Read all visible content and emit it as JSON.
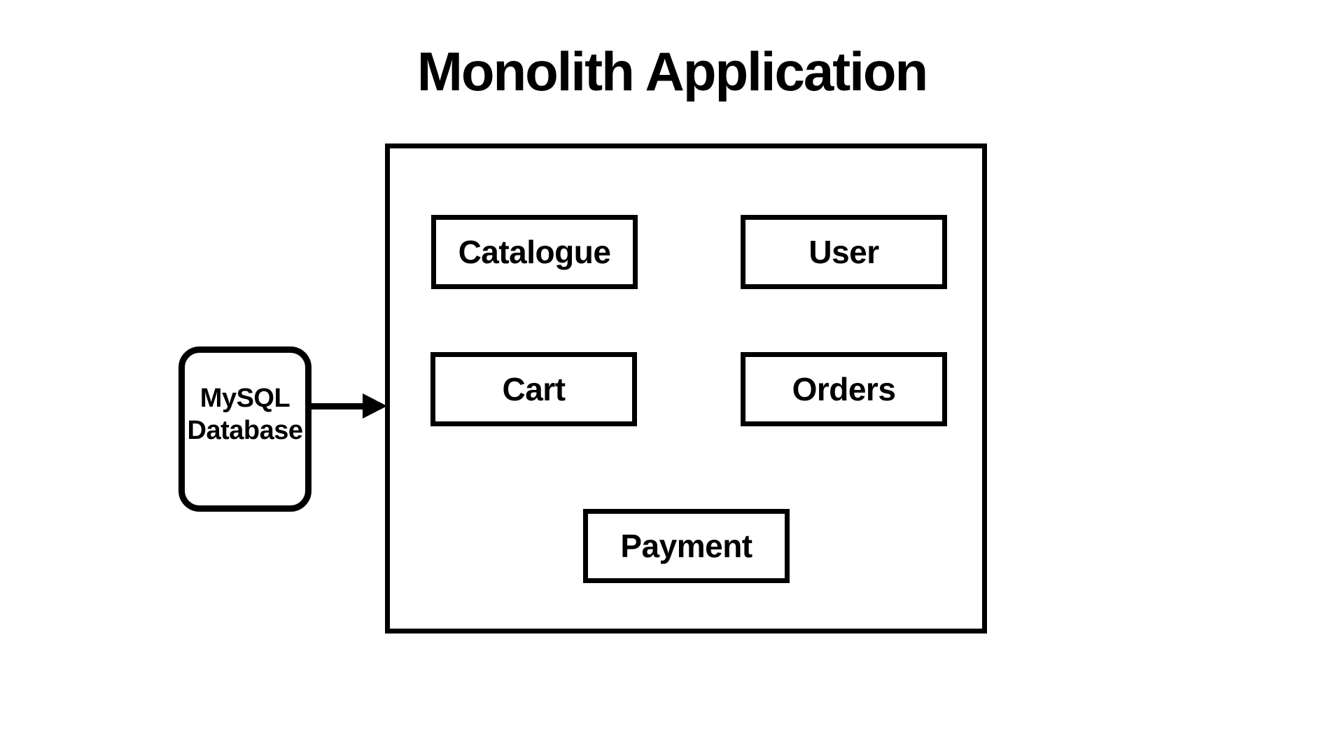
{
  "page": {
    "title": "Monolith Application",
    "colors": {
      "background": "#ffffff",
      "stroke": "#000000",
      "text": "#000000"
    }
  },
  "diagram": {
    "monolith": {
      "modules": [
        {
          "label": "Catalogue"
        },
        {
          "label": "User"
        },
        {
          "label": "Cart"
        },
        {
          "label": "Orders"
        },
        {
          "label": "Payment"
        }
      ]
    },
    "database": {
      "line1": "MySQL",
      "line2": "Database"
    },
    "connector": {
      "from": "MySQL Database",
      "to": "Monolith Application",
      "direction": "right"
    }
  }
}
